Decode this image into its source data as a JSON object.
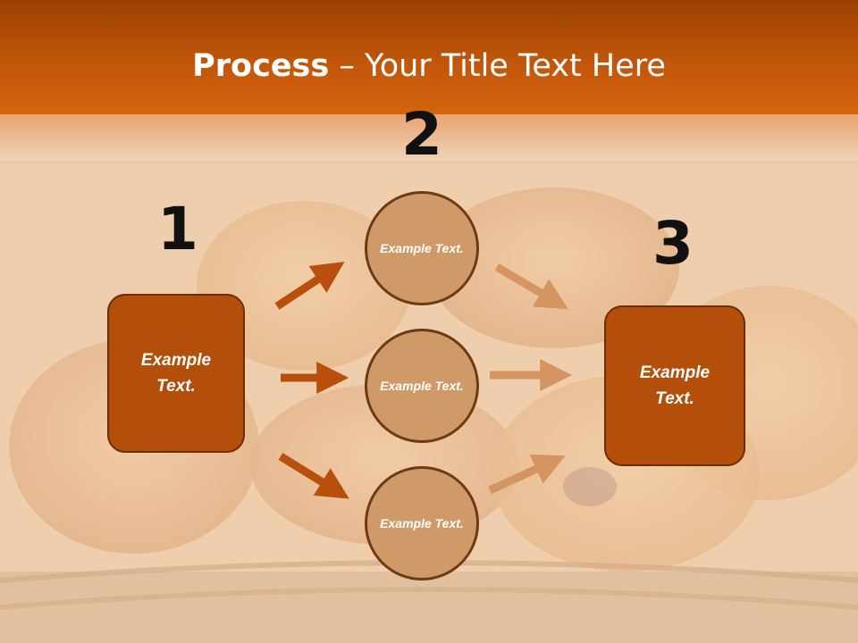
{
  "title": {
    "bold": "Process",
    "dash": " – ",
    "rest": "Your Title Text Here"
  },
  "steps": [
    {
      "number": "1",
      "label": "Example Text."
    },
    {
      "number": "2",
      "labels": [
        "Example Text.",
        "Example Text.",
        "Example Text."
      ]
    },
    {
      "number": "3",
      "label": "Example Text."
    }
  ],
  "colors": {
    "header": "#c2560a",
    "box_fill": "#b34e0b",
    "circle_fill": "#d09a68",
    "arrow_dark": "#b84f0c",
    "arrow_light": "#d49560"
  }
}
